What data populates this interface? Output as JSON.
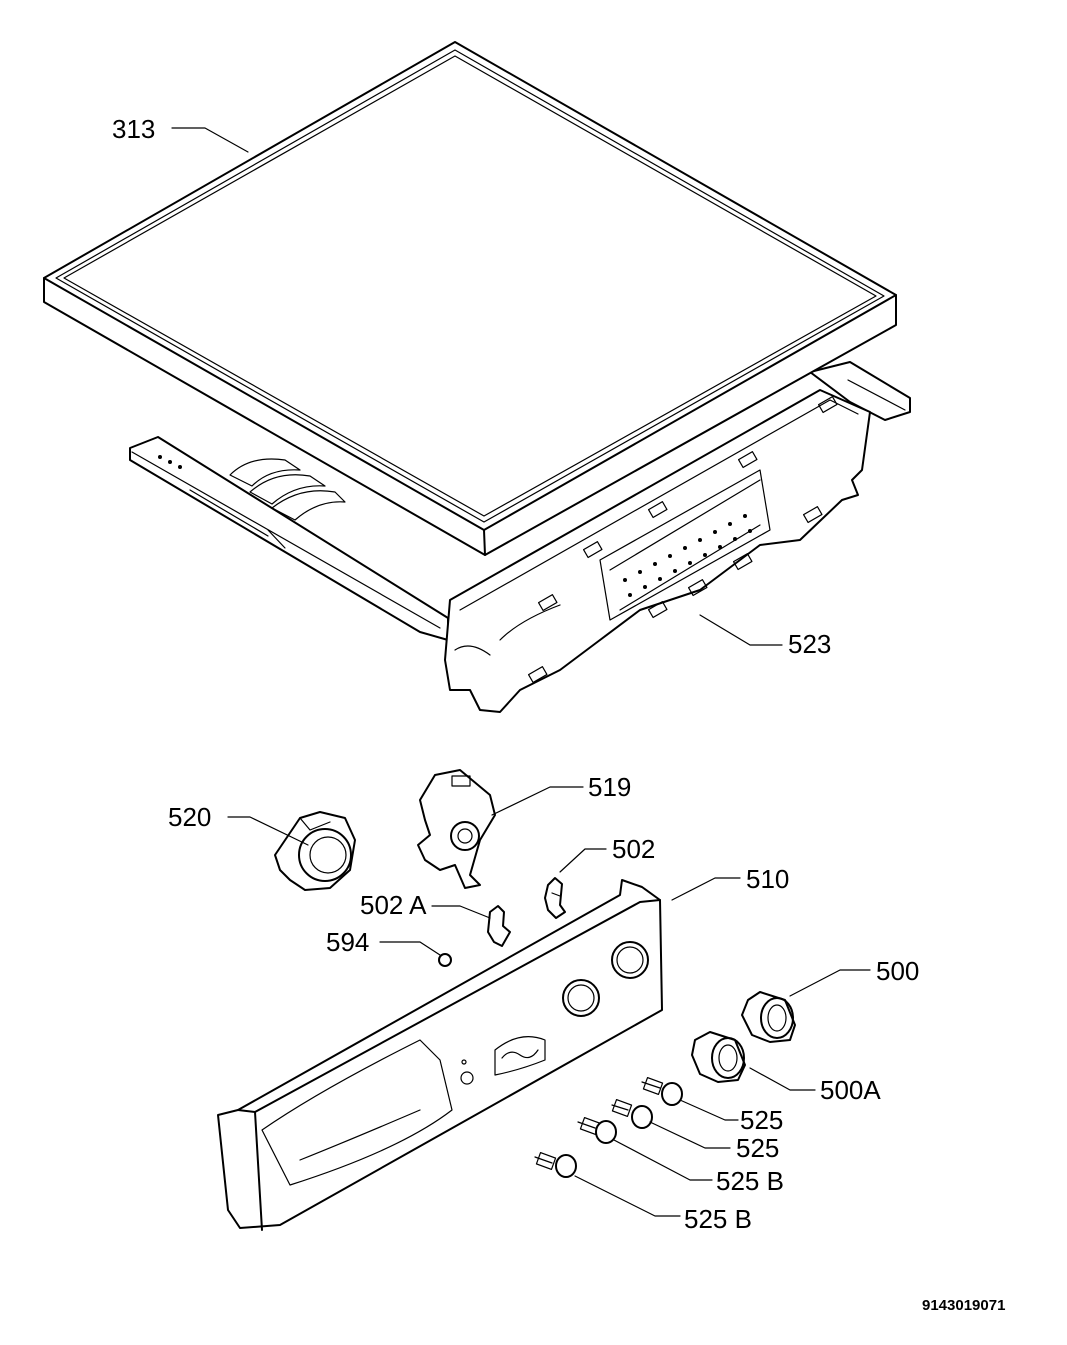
{
  "labels": {
    "p313": "313",
    "p523": "523",
    "p520": "520",
    "p519": "519",
    "p502": "502",
    "p510": "510",
    "p502a": "502 A",
    "p594": "594",
    "p500": "500",
    "p500a": "500A",
    "p525_1": "525",
    "p525_2": "525",
    "p525b_1": "525 B",
    "p525b_2": "525 B"
  },
  "drawing_code": "9143019071"
}
